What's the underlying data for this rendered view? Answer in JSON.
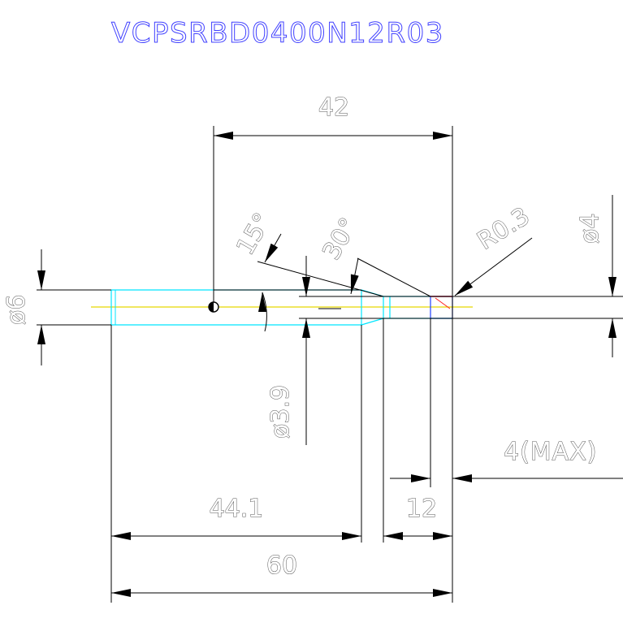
{
  "drawing": {
    "title": "VCPSRBD0400N12R03",
    "dimensions": {
      "top_length": "42",
      "angle_15": "15°",
      "angle_30": "30°",
      "corner_radius": "R0.3",
      "tip_diameter": "ø4",
      "shank_diameter": "ø6",
      "neck_diameter": "ø3.9",
      "max_depth": "4(MAX)",
      "neck_length": "44.1",
      "flute_length": "12",
      "overall_length": "60"
    },
    "colors": {
      "title": "#4040ff",
      "dimension": "#000000",
      "outline": "#00e5ff",
      "centerline": "#e6d800",
      "tip_edge": "#ff2020",
      "tip_face": "#2040ff"
    }
  }
}
